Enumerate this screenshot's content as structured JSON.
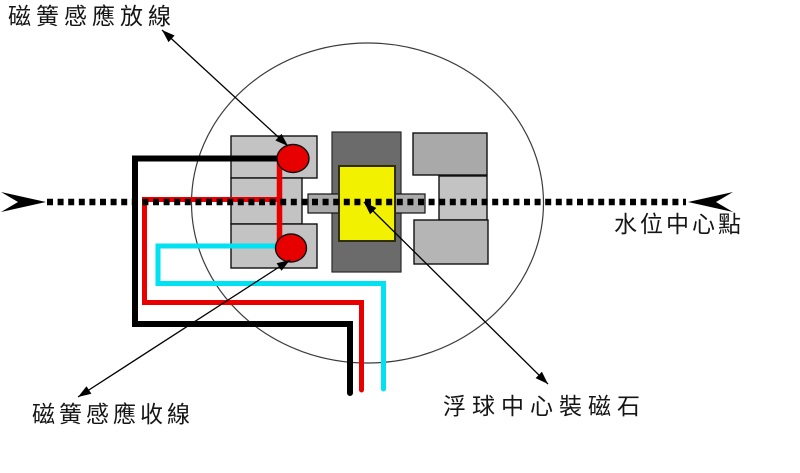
{
  "diagram": {
    "type": "float-switch-reed-sensor-diagram",
    "labels": {
      "reed_transmit": "磁簧感應放線",
      "reed_receive": "磁簧感應收線",
      "water_level": "水位中心點",
      "float_magnet": "浮球中心裝磁石"
    },
    "icons": {
      "water_level_arrow_left": "swallowtail-arrow-pointing-right",
      "water_level_arrow_right": "swallowtail-arrow-pointing-left",
      "annotation_arrows": "double-headed-thin-arrow"
    },
    "colors": {
      "background": "#ffffff",
      "wire_black": "#000000",
      "wire_red": "#e80000",
      "wire_cyan": "#00e1f2",
      "reed_contact": "#e60000",
      "magnet_yellow": "#f2f200",
      "housing_dark_gray": "#6b6b6b",
      "block_light_gray": "#c3c3c3",
      "block_medium_gray": "#a9a9a9",
      "block_mid2_gray": "#b5b5b5",
      "shaft_gray": "#ababab",
      "outline_black": "#111111"
    }
  }
}
